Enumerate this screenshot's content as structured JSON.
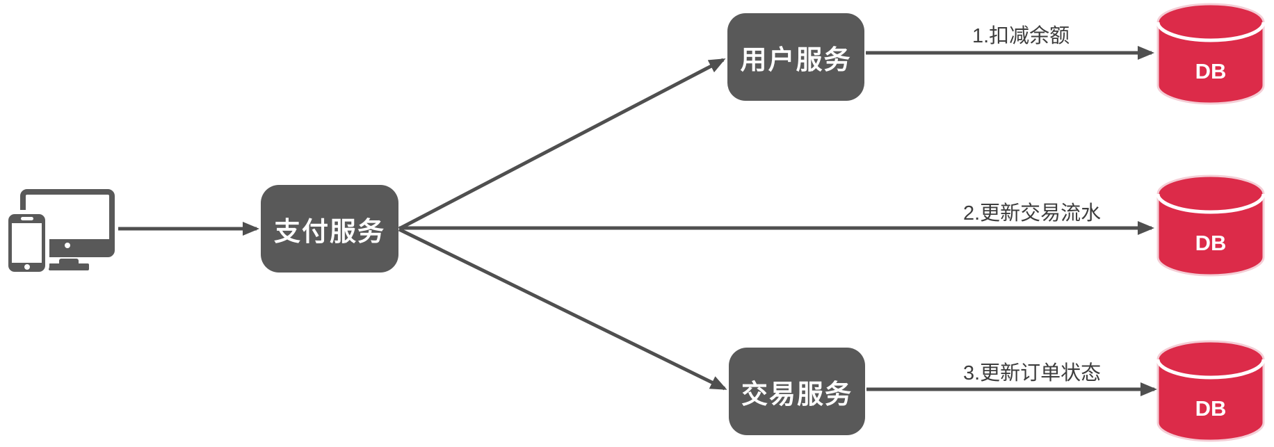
{
  "diagram": {
    "client": {
      "icon": "desktop-and-phone-icon"
    },
    "nodes": [
      {
        "id": "payment",
        "label": "支付服务"
      },
      {
        "id": "user",
        "label": "用户服务"
      },
      {
        "id": "trade",
        "label": "交易服务"
      }
    ],
    "databases": [
      {
        "id": "db-user",
        "label": "DB"
      },
      {
        "id": "db-transaction",
        "label": "DB"
      },
      {
        "id": "db-order",
        "label": "DB"
      }
    ],
    "edges": [
      {
        "from": "client",
        "to": "payment",
        "label": ""
      },
      {
        "from": "payment",
        "to": "user",
        "label": ""
      },
      {
        "from": "payment",
        "to": "db-transaction",
        "label": "2.更新交易流水"
      },
      {
        "from": "payment",
        "to": "trade",
        "label": ""
      },
      {
        "from": "user",
        "to": "db-user",
        "label": "1.扣减余额"
      },
      {
        "from": "trade",
        "to": "db-order",
        "label": "3.更新订单状态"
      }
    ],
    "colors": {
      "node_bg": "#595959",
      "db_red": "#dc2b49",
      "db_halo": "#f4cdd5",
      "arrow": "#4f4f4f",
      "label_text": "#3d3d3d",
      "icon_gray": "#595959",
      "canvas_bg": "#ffffff"
    }
  }
}
